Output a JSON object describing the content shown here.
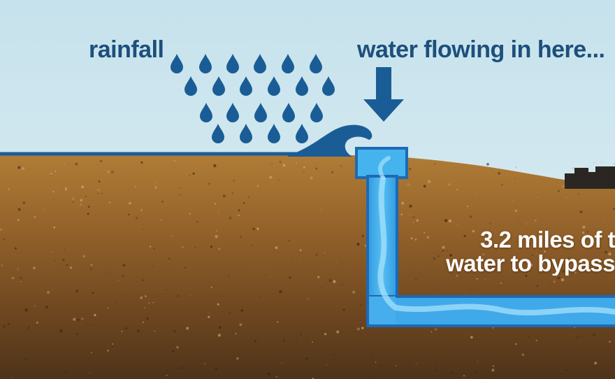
{
  "labels": {
    "rainfall": "rainfall",
    "flow_arrow": "water flowing in here...",
    "tunnel_line1": "3.2 miles of t",
    "tunnel_line2": "water to bypass"
  },
  "icons": {
    "raindrops": "raindrop-icon",
    "arrow": "arrow-down-icon",
    "wave": "wave-icon",
    "building": "building-icon"
  },
  "colors": {
    "sky": "#cfe6ef",
    "soil": "#8a5a22",
    "text_dark_blue": "#1d4f7c",
    "water_line": "#1a5d96",
    "tunnel_water": "#3fa9ea",
    "tunnel_edge": "#1f6cb8",
    "text_white": "#ffffff"
  }
}
